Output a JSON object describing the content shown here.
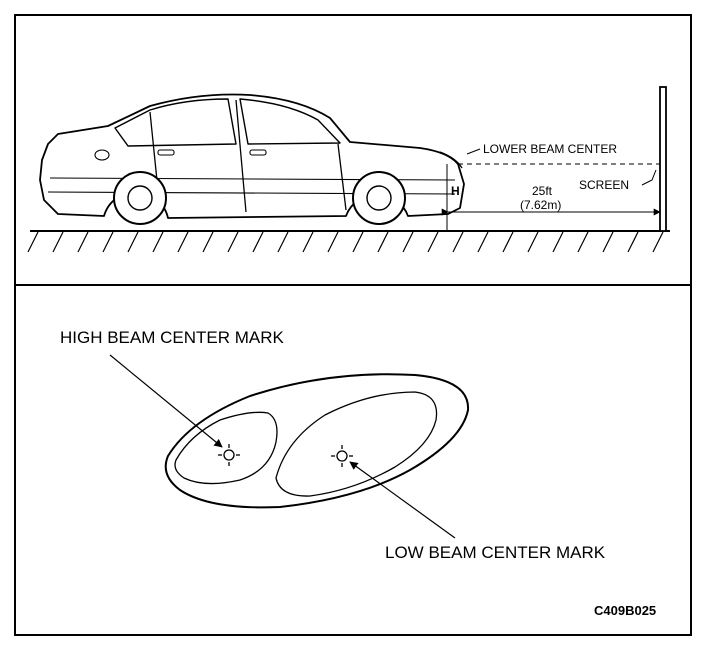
{
  "top_panel": {
    "lower_beam_center": "LOWER BEAM CENTER",
    "screen": "SCREEN",
    "height_label": "H",
    "distance_ft": "25ft",
    "distance_m": "(7.62m)"
  },
  "bottom_panel": {
    "high_beam_center_mark": "HIGH BEAM CENTER MARK",
    "low_beam_center_mark": "LOW BEAM CENTER MARK"
  },
  "figure_code": "C409B025"
}
